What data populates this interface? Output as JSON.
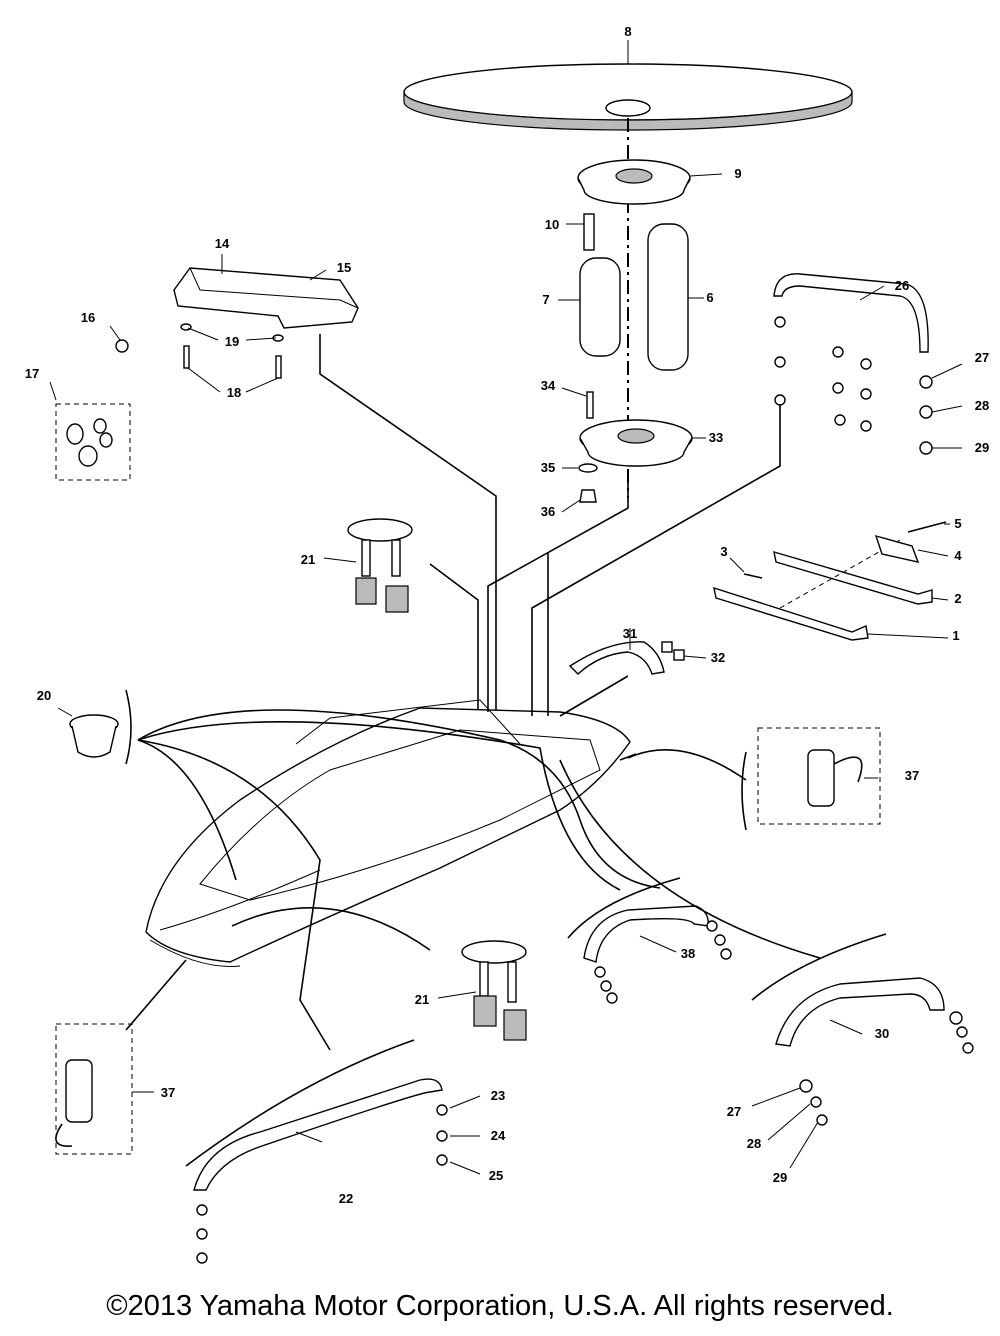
{
  "labels": [
    "1",
    "2",
    "3",
    "4",
    "5",
    "6",
    "7",
    "8",
    "9",
    "10",
    "14",
    "15",
    "16",
    "17",
    "18",
    "19",
    "20",
    "21",
    "21",
    "22",
    "23",
    "24",
    "25",
    "26",
    "27",
    "28",
    "29",
    "27",
    "28",
    "29",
    "30",
    "31",
    "32",
    "33",
    "34",
    "35",
    "36",
    "37",
    "37",
    "38"
  ],
  "footer": {
    "copyright": "©2013 Yamaha Motor Corporation, U.S.A. All rights reserved."
  }
}
